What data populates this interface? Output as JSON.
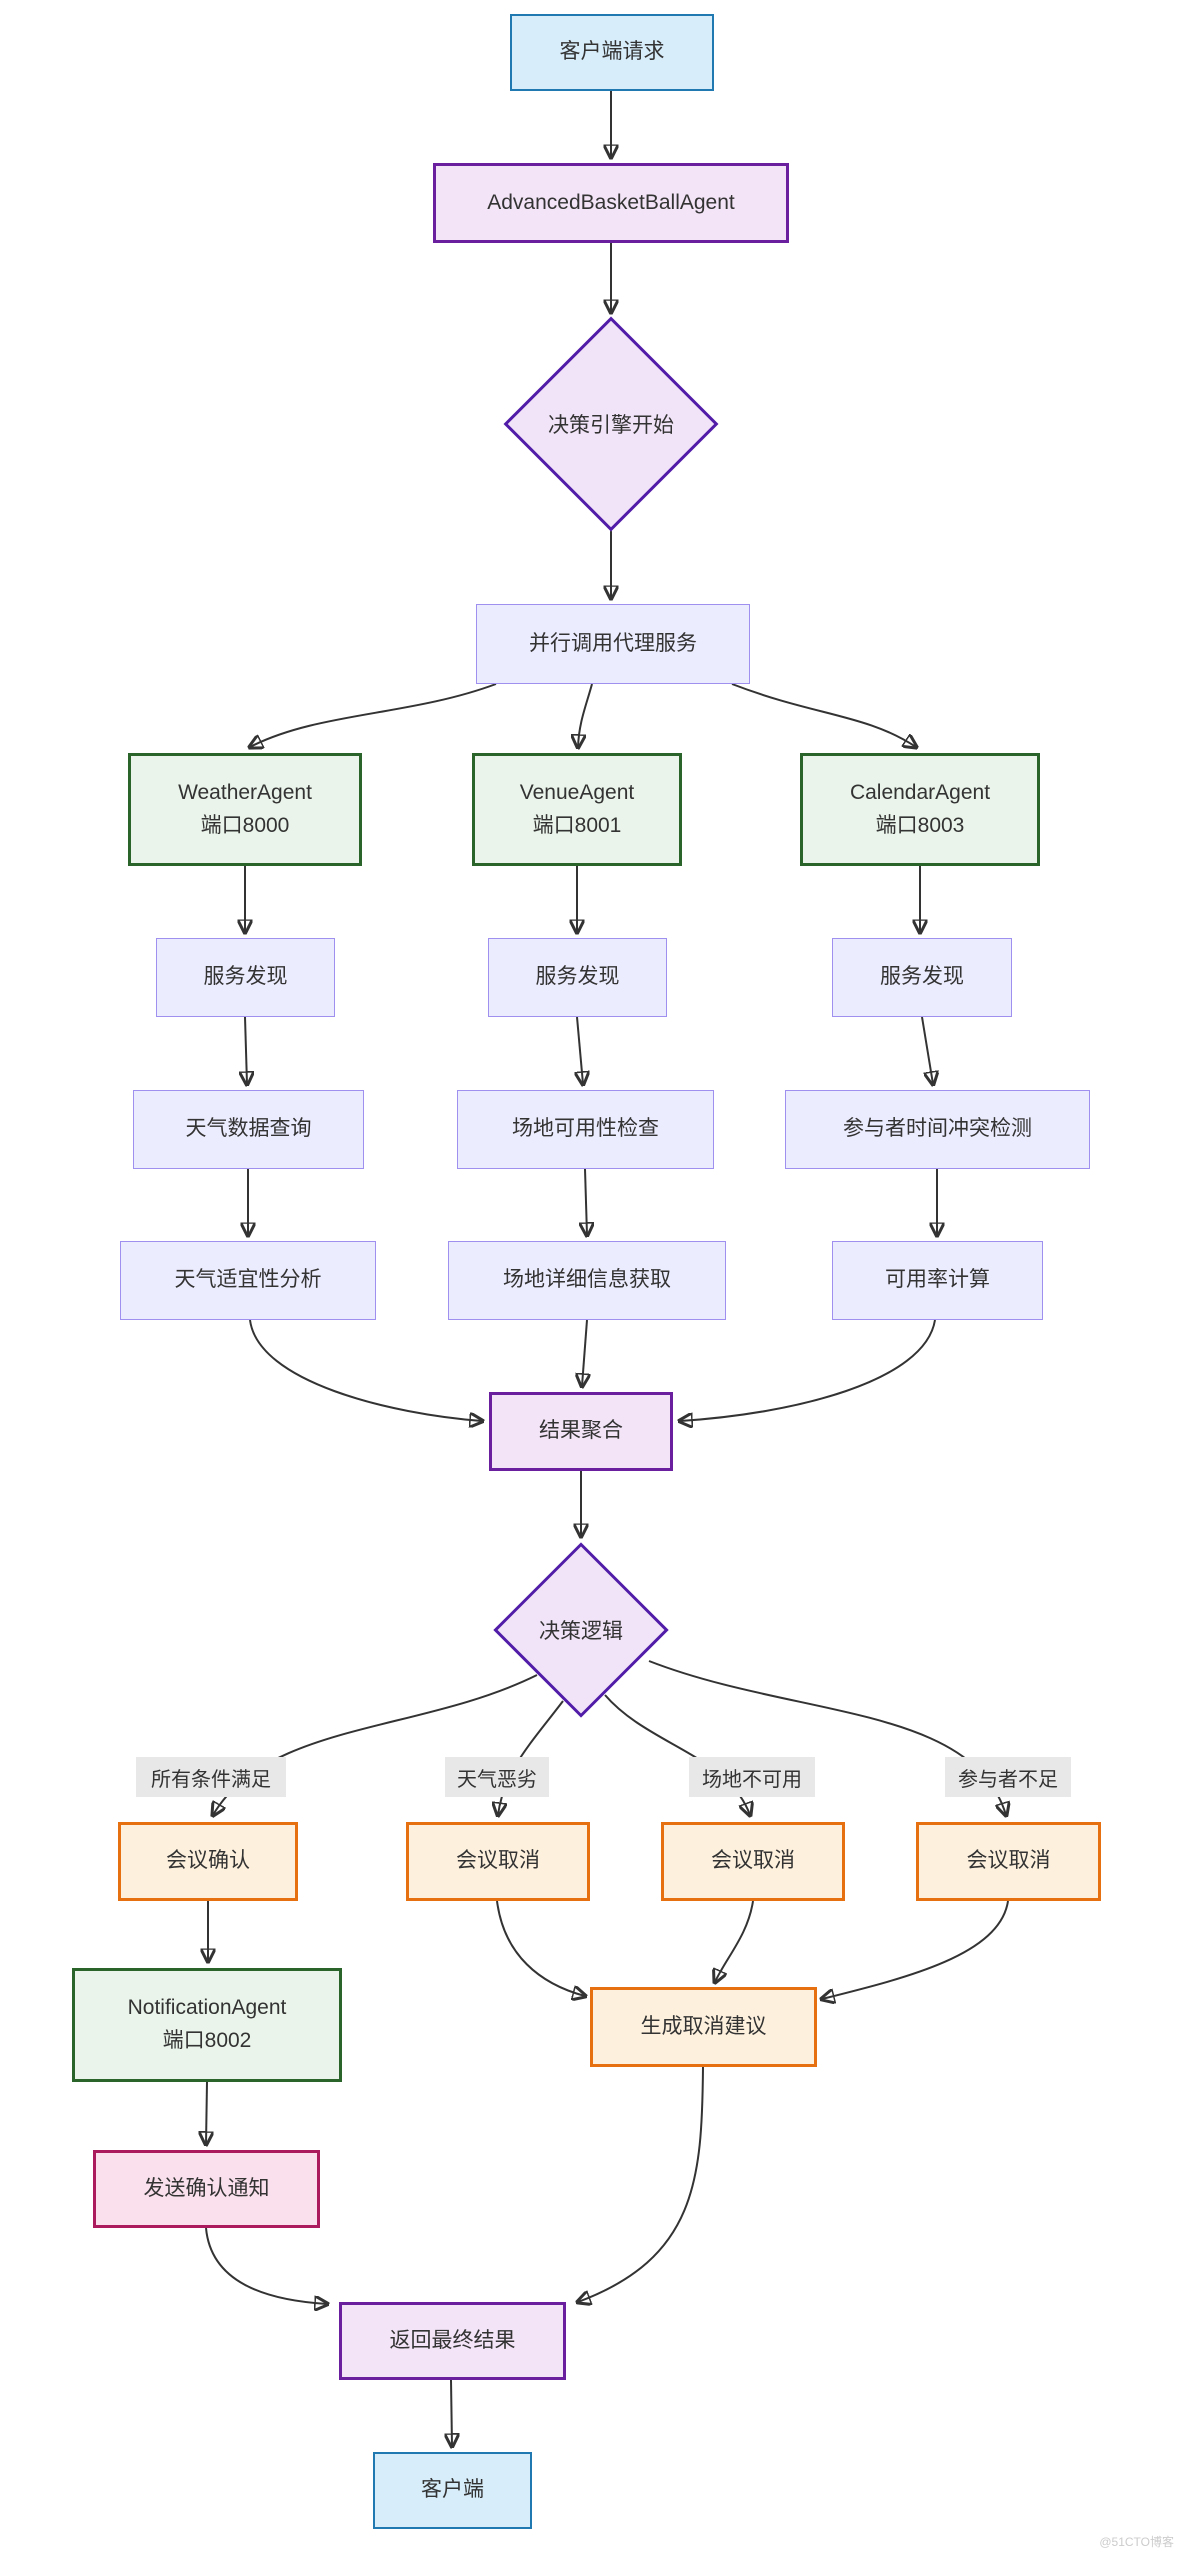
{
  "nodes": {
    "client_request": {
      "label": "客户端请求"
    },
    "advanced_agent": {
      "label": "AdvancedBasketBallAgent"
    },
    "decision_engine_start": {
      "label": "决策引擎开始"
    },
    "parallel_call": {
      "label": "并行调用代理服务"
    },
    "weather_agent": {
      "label": "WeatherAgent",
      "sublabel": "端口8000"
    },
    "venue_agent": {
      "label": "VenueAgent",
      "sublabel": "端口8001"
    },
    "calendar_agent": {
      "label": "CalendarAgent",
      "sublabel": "端口8003"
    },
    "service_discovery_1": {
      "label": "服务发现"
    },
    "service_discovery_2": {
      "label": "服务发现"
    },
    "service_discovery_3": {
      "label": "服务发现"
    },
    "weather_query": {
      "label": "天气数据查询"
    },
    "venue_check": {
      "label": "场地可用性检查"
    },
    "participant_conflict": {
      "label": "参与者时间冲突检测"
    },
    "weather_analysis": {
      "label": "天气适宜性分析"
    },
    "venue_detail": {
      "label": "场地详细信息获取"
    },
    "availability_calc": {
      "label": "可用率计算"
    },
    "result_aggregation": {
      "label": "结果聚合"
    },
    "decision_logic": {
      "label": "决策逻辑"
    },
    "meeting_confirm": {
      "label": "会议确认"
    },
    "meeting_cancel_weather": {
      "label": "会议取消"
    },
    "meeting_cancel_venue": {
      "label": "会议取消"
    },
    "meeting_cancel_participant": {
      "label": "会议取消"
    },
    "notification_agent": {
      "label": "NotificationAgent",
      "sublabel": "端口8002"
    },
    "generate_cancel_advice": {
      "label": "生成取消建议"
    },
    "send_confirm_notice": {
      "label": "发送确认通知"
    },
    "return_final_result": {
      "label": "返回最终结果"
    },
    "client_end": {
      "label": "客户端"
    }
  },
  "edge_labels": {
    "all_conditions_met": "所有条件满足",
    "bad_weather": "天气恶劣",
    "venue_unavailable": "场地不可用",
    "insufficient_participants": "参与者不足"
  },
  "watermark": "@51CTO博客",
  "colors": {
    "blue_fill": "#d7edfa",
    "blue_stroke": "#2079b0",
    "purple_fill": "#f3e4f7",
    "purple_stroke": "#6a1f9e",
    "diamond_fill": "#f2e4f8",
    "diamond_stroke": "#511da8",
    "lavender_fill": "#ececff",
    "lavender_stroke": "#9f8fef",
    "green_fill": "#eaf4ea",
    "green_stroke": "#2a642a",
    "orange_fill": "#fdf0dd",
    "orange_stroke": "#e6700f",
    "pink_fill": "#f9e0ec",
    "pink_stroke": "#aa1a5c",
    "edge": "#333333",
    "edge_label_bg": "#e8e8e8"
  }
}
